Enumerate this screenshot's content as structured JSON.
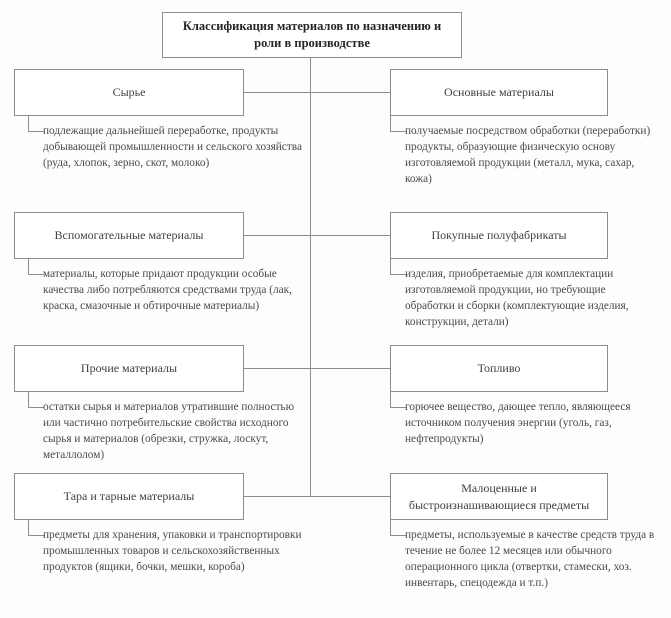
{
  "diagram": {
    "title": "Классификация материалов по назначению и роли в производстве",
    "colors": {
      "background": "#fdfdfd",
      "border": "#8d8d8d",
      "title_text": "#262626",
      "body_text": "#4a4a4a"
    },
    "nodes": [
      {
        "side": "left",
        "label": "Сырье",
        "description": "подлежащие дальнейшей переработке, продукты добывающей промышленности и сельского хозяйства (руда, хлопок, зерно, скот, молоко)"
      },
      {
        "side": "right",
        "label": "Основные материалы",
        "description": "получаемые посредством обработки (переработки) продукты, образующие физическую основу изготовляемой продукции (металл, мука, сахар, кожа)"
      },
      {
        "side": "left",
        "label": "Вспомогательные материалы",
        "description": "материалы, которые придают продукции особые качества либо потребляются средствами труда (лак, краска, смазочные и обтирочные материалы)"
      },
      {
        "side": "right",
        "label": "Покупные полуфабрикаты",
        "description": "изделия, приобретаемые для комплектации изготовляемой продукции, но требующие обработки и сборки (комплектующие изделия, конструкции, детали)"
      },
      {
        "side": "left",
        "label": "Прочие материалы",
        "description": "остатки сырья и материалов утратившие полностью или частично потребительские свойства исходного сырья и материалов (обрезки, стружка, лоскут, металлолом)"
      },
      {
        "side": "right",
        "label": "Топливо",
        "description": "горючее вещество, дающее тепло, являющееся источником получения энергии (уголь, газ, нефтепродукты)"
      },
      {
        "side": "left",
        "label": "Тара и тарные материалы",
        "description": "предметы для хранения, упаковки и транспортировки промышленных товаров и сельскохозяйственных продуктов (ящики, бочки, мешки, короба)"
      },
      {
        "side": "right",
        "label": "Малоценные и быстроизнашивающиеся предметы",
        "description": "предметы, используемые в качестве средств труда в течение не более 12 месяцев или обычного операционного цикла (отвертки, стамески, хоз. инвентарь, спецодежда и т.п.)"
      }
    ]
  }
}
